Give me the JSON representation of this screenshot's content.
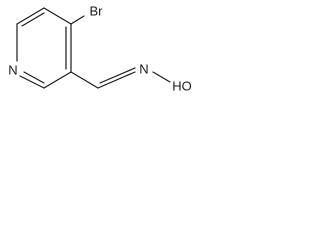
{
  "molecule": {
    "atoms": {
      "bromine": "Br",
      "ring_nitrogen": "N",
      "oxime_nitrogen": "N",
      "hydroxyl": "HO"
    }
  },
  "colors": {
    "ink": "#1a1a1a",
    "background": "#ffffff"
  }
}
